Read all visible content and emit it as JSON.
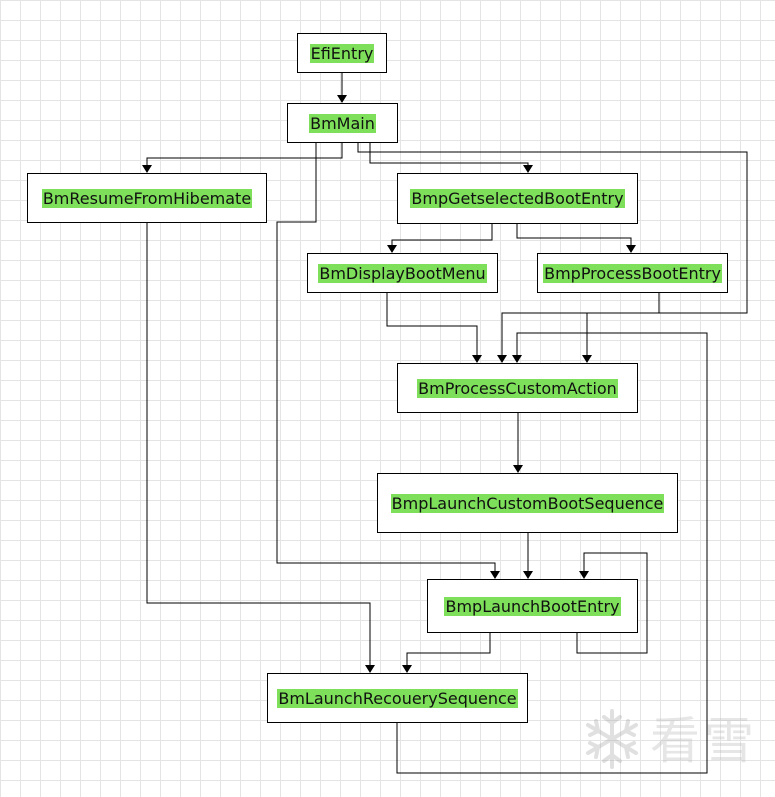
{
  "nodes": {
    "efi_entry": "EfiEntry",
    "bm_main": "BmMain",
    "bm_resume_from_hibernate": "BmResumeFromHibemate",
    "bmp_get_selected_boot_entry": "BmpGetselectedBootEntry",
    "bm_display_boot_menu": "BmDisplayBootMenu",
    "bmp_process_boot_entry": "BmpProcessBootEntry",
    "bm_process_custom_action": "BmProcessCustomAction",
    "bmp_launch_custom_boot_sequence": "BmpLaunchCustomBootSequence",
    "bmp_launch_boot_entry": "BmpLaunchBootEntry",
    "bm_launch_recovery_sequence": "BmLaunchRecouerySequence"
  },
  "watermark": {
    "text": "看雪",
    "icon": "snowflake-icon"
  },
  "colors": {
    "label_highlight": "#7ee05a",
    "line": "#000000"
  }
}
